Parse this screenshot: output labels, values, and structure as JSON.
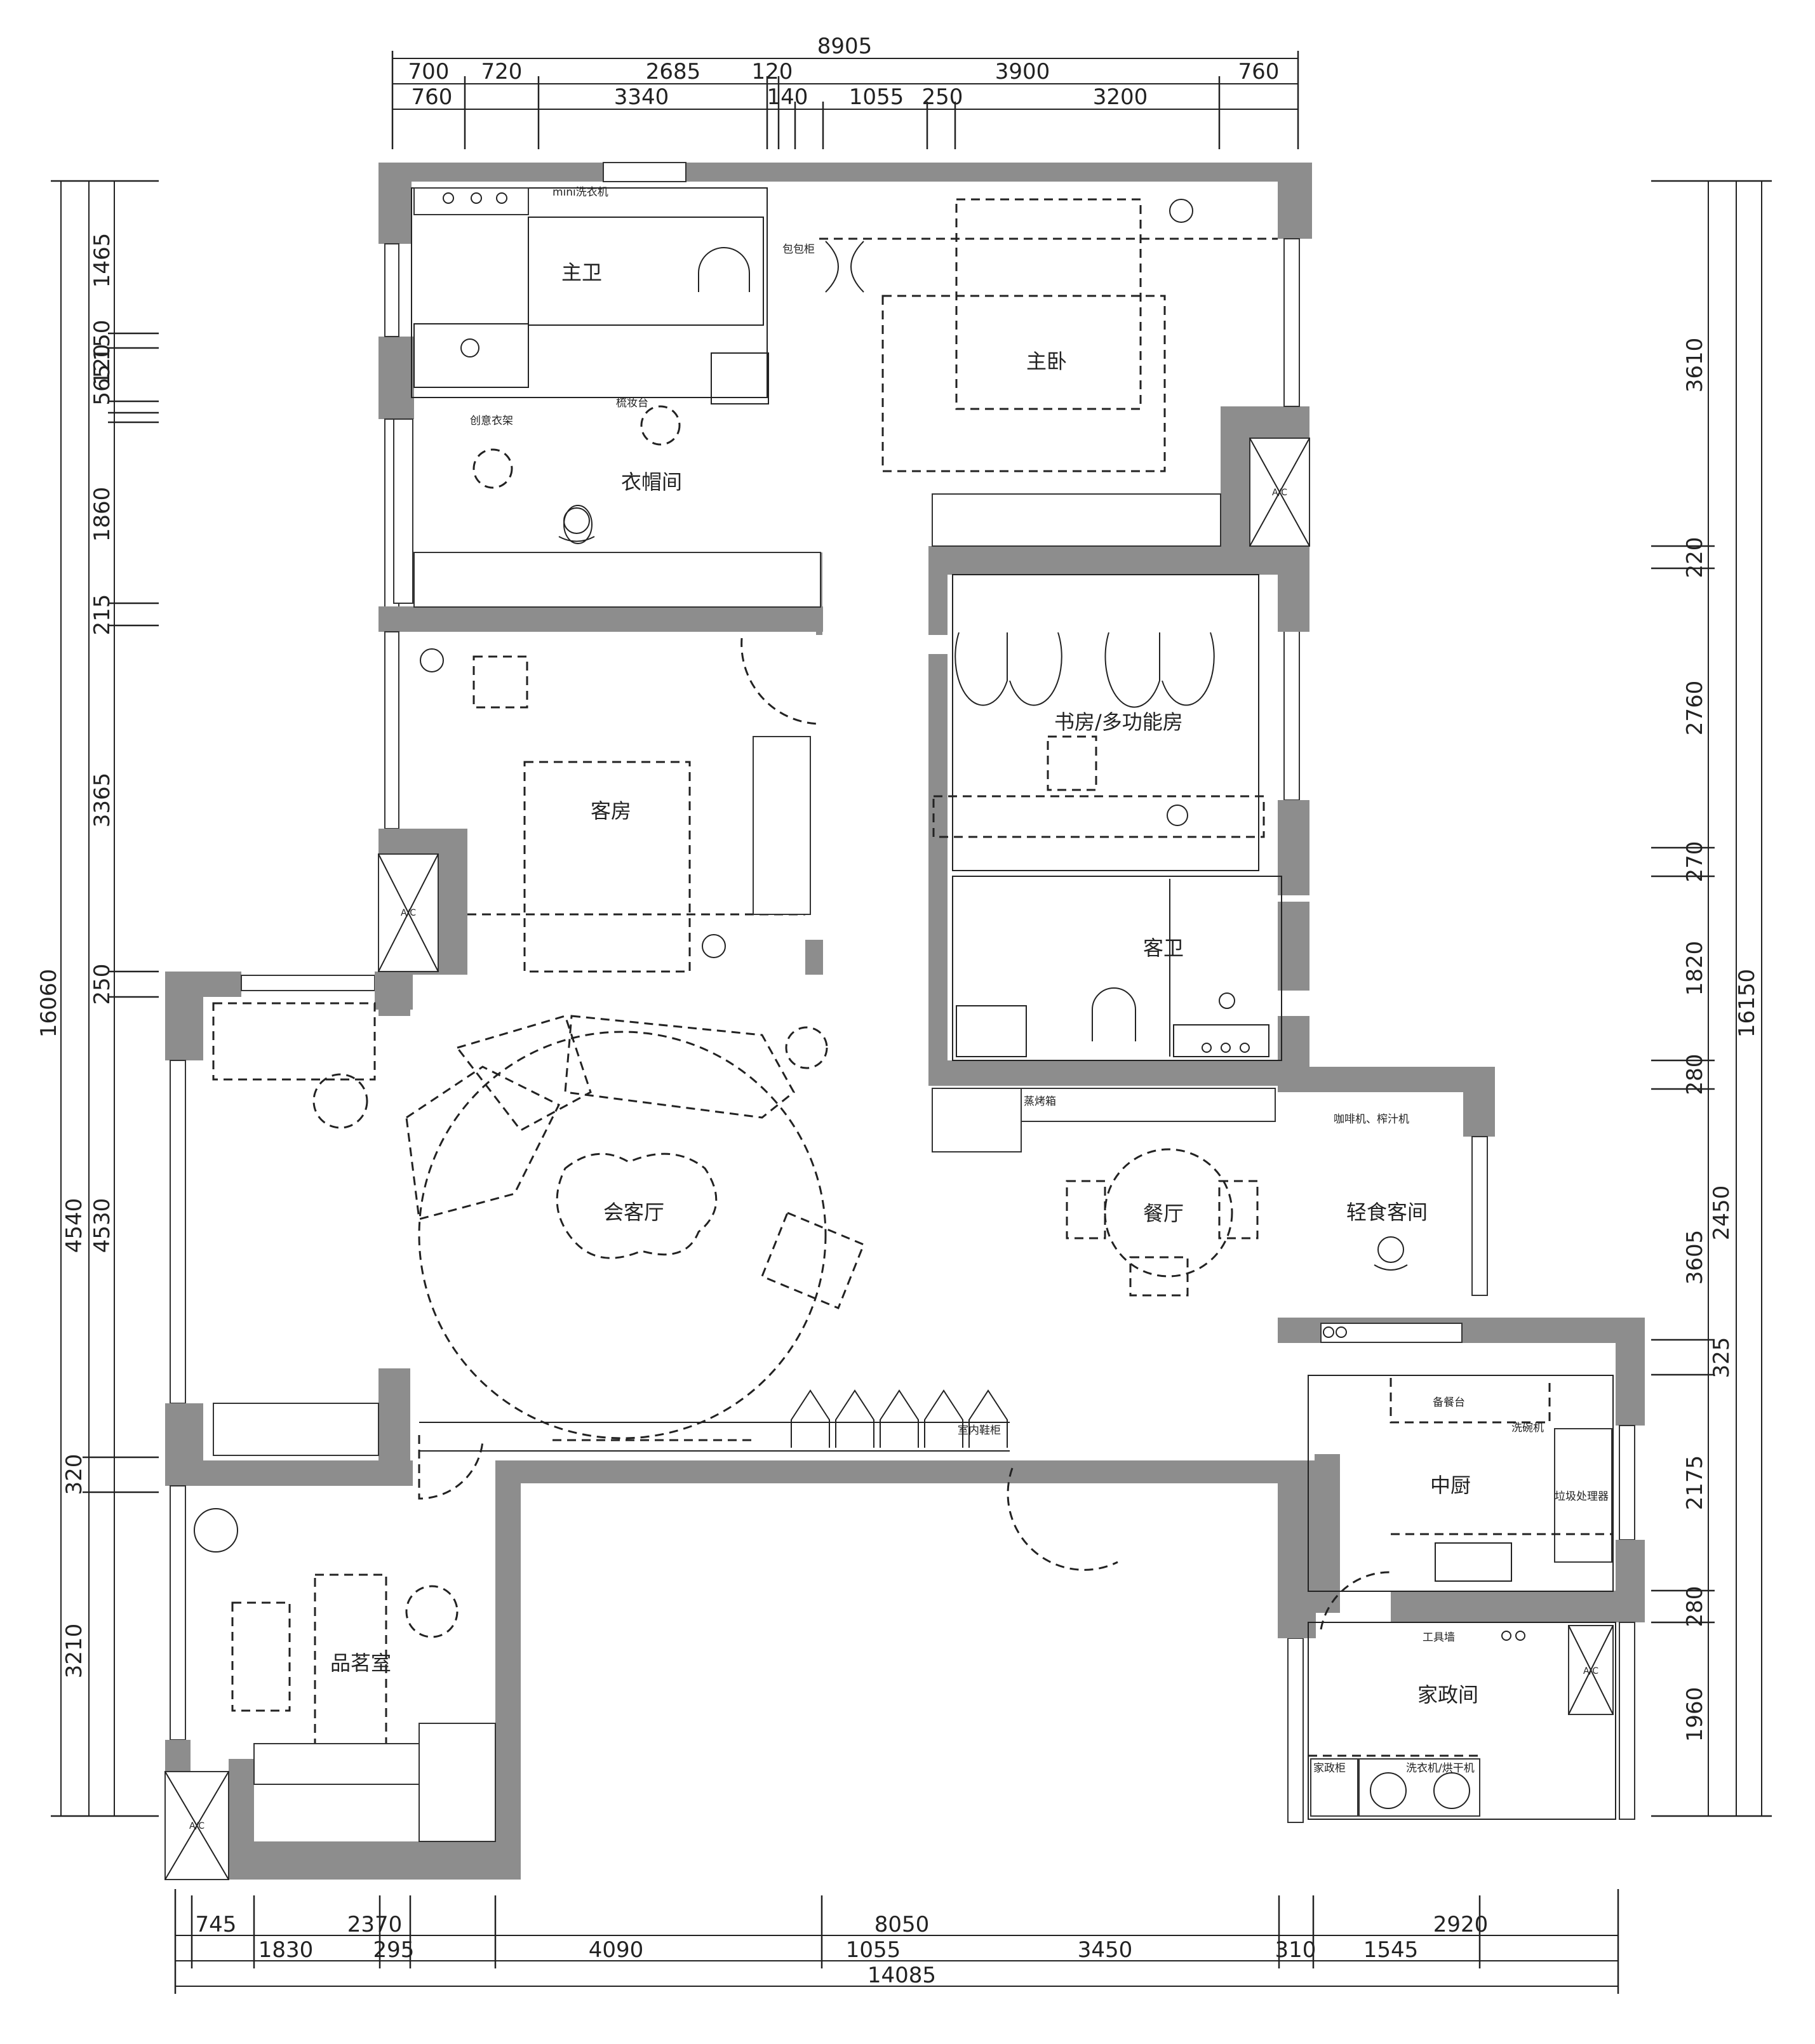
{
  "dimensions": {
    "top_total": "8905",
    "top_row1": [
      "700",
      "720",
      "2685",
      "120",
      "3900",
      "760"
    ],
    "top_row2": [
      "760",
      "3340",
      "140",
      "1055",
      "250",
      "3200"
    ],
    "bottom_row1": [
      "745",
      "2370",
      "8050",
      "2920"
    ],
    "bottom_row2": [
      "1830",
      "295",
      "4090",
      "1055",
      "3450",
      "310",
      "1545"
    ],
    "bottom_total": "14085",
    "left_total": "16060",
    "left_upper": [
      "1465",
      "150",
      "120",
      "565",
      "150",
      "1860",
      "215",
      "3365",
      "250"
    ],
    "left_lower": [
      "4540",
      "4530",
      "320",
      "3210"
    ],
    "right_total": "16150",
    "right_outer": [
      "3610",
      "220",
      "2760",
      "270",
      "1820",
      "280",
      "3605",
      "2175",
      "280",
      "1960"
    ],
    "right_inner": [
      "2450",
      "325"
    ]
  },
  "rooms": {
    "master_bath": "主卫",
    "master_bed": "主卧",
    "wardrobe": "衣帽间",
    "guest_room": "客房",
    "study": "书房/多功能房",
    "guest_bath": "客卫",
    "living": "会客厅",
    "dining": "餐厅",
    "light_kitchen": "轻食客间",
    "kitchen": "中厨",
    "utility": "家政间",
    "tea_room": "品茗室"
  },
  "labels": {
    "mini_washer": "mini洗衣机",
    "bag_cabinet": "包包柜",
    "vanity": "梳妆台",
    "hanger": "创意衣架",
    "ac": "A/C",
    "steam_oven": "蒸烤箱",
    "coffee": "咖啡机、榨汁机",
    "shoe_cabinet": "室内鞋柜",
    "prep_table": "备餐台",
    "dishwasher": "洗碗机",
    "disposer": "垃圾处理器",
    "tool_wall": "工具墙",
    "house_cabinet": "家政柜",
    "washer_dryer": "洗衣机/烘干机"
  }
}
